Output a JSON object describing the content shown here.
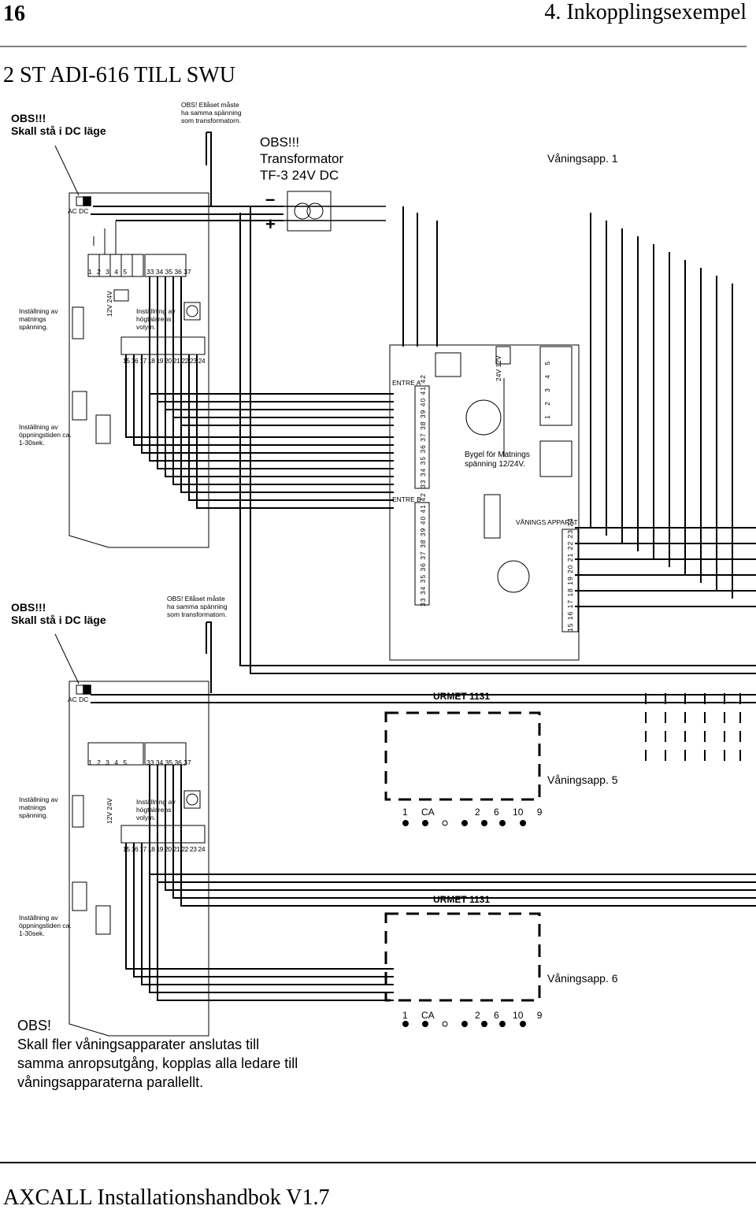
{
  "page": {
    "number": "16",
    "section": "4. Inkopplingsexempel",
    "title": "2 ST ADI-616 TILL SWU",
    "footer": "AXCALL Installationshandbok V1.7"
  },
  "notes": {
    "dc_mode_line1": "OBS!!!",
    "dc_mode_line2": "Skall stå i DC läge",
    "lock_voltage": "OBS! Ellåset måste ha samma spänning som transformatorn.",
    "transformer_line1": "OBS!!!",
    "transformer_line2": "Transformator",
    "transformer_line3": "TF-3 24V DC",
    "parallel_line1": "OBS!",
    "parallel_line2": "Skall fler våningsapparater anslutas till",
    "parallel_line3": "samma anropsutgång, kopplas alla ledare till",
    "parallel_line4": "våningsapparaterna parallellt."
  },
  "adi_unit": {
    "switch_label": "AC DC",
    "top_terminals": [
      "1",
      "2",
      "3",
      "4",
      "5",
      "33",
      "34",
      "35",
      "36",
      "37"
    ],
    "bottom_terminals": [
      "15",
      "16",
      "17",
      "18",
      "19",
      "20",
      "21",
      "22",
      "23",
      "24"
    ],
    "supply_setting": "Inställning av matnings spänning.",
    "voltage_options": [
      "12V",
      "24V"
    ],
    "volume_setting": "Inställning av högtalarens volym.",
    "open_time_setting": "Inställning av öppningstiden ca. 1-30sek.",
    "minus": "–",
    "plus": "+"
  },
  "central": {
    "entre_a": "ENTRE  A",
    "entre_b": "ENTRE  B",
    "entre_terminals": [
      "33",
      "34",
      "35",
      "36",
      "37",
      "38",
      "39",
      "40",
      "41",
      "42"
    ],
    "jumper_voltages": [
      "24V",
      "12V"
    ],
    "jumper_label": "Bygel för Matnings spänning 12/24V.",
    "right_terminals": [
      "1",
      "2",
      "3",
      "4",
      "5"
    ],
    "floor_label": "VÅNINGS APPARAT",
    "floor_terminals": [
      "15",
      "16",
      "17",
      "18",
      "19",
      "20",
      "21",
      "22",
      "23",
      "24"
    ]
  },
  "floor_units": [
    {
      "model": "URMET 1131",
      "name": "Våningsapp. 5",
      "terminals": [
        "1",
        "CA",
        "2",
        "6",
        "10",
        "9"
      ]
    },
    {
      "model": "URMET 1131",
      "name": "Våningsapp. 6",
      "terminals": [
        "1",
        "CA",
        "2",
        "6",
        "10",
        "9"
      ]
    }
  ],
  "floor_app_1": "Våningsapp. 1"
}
